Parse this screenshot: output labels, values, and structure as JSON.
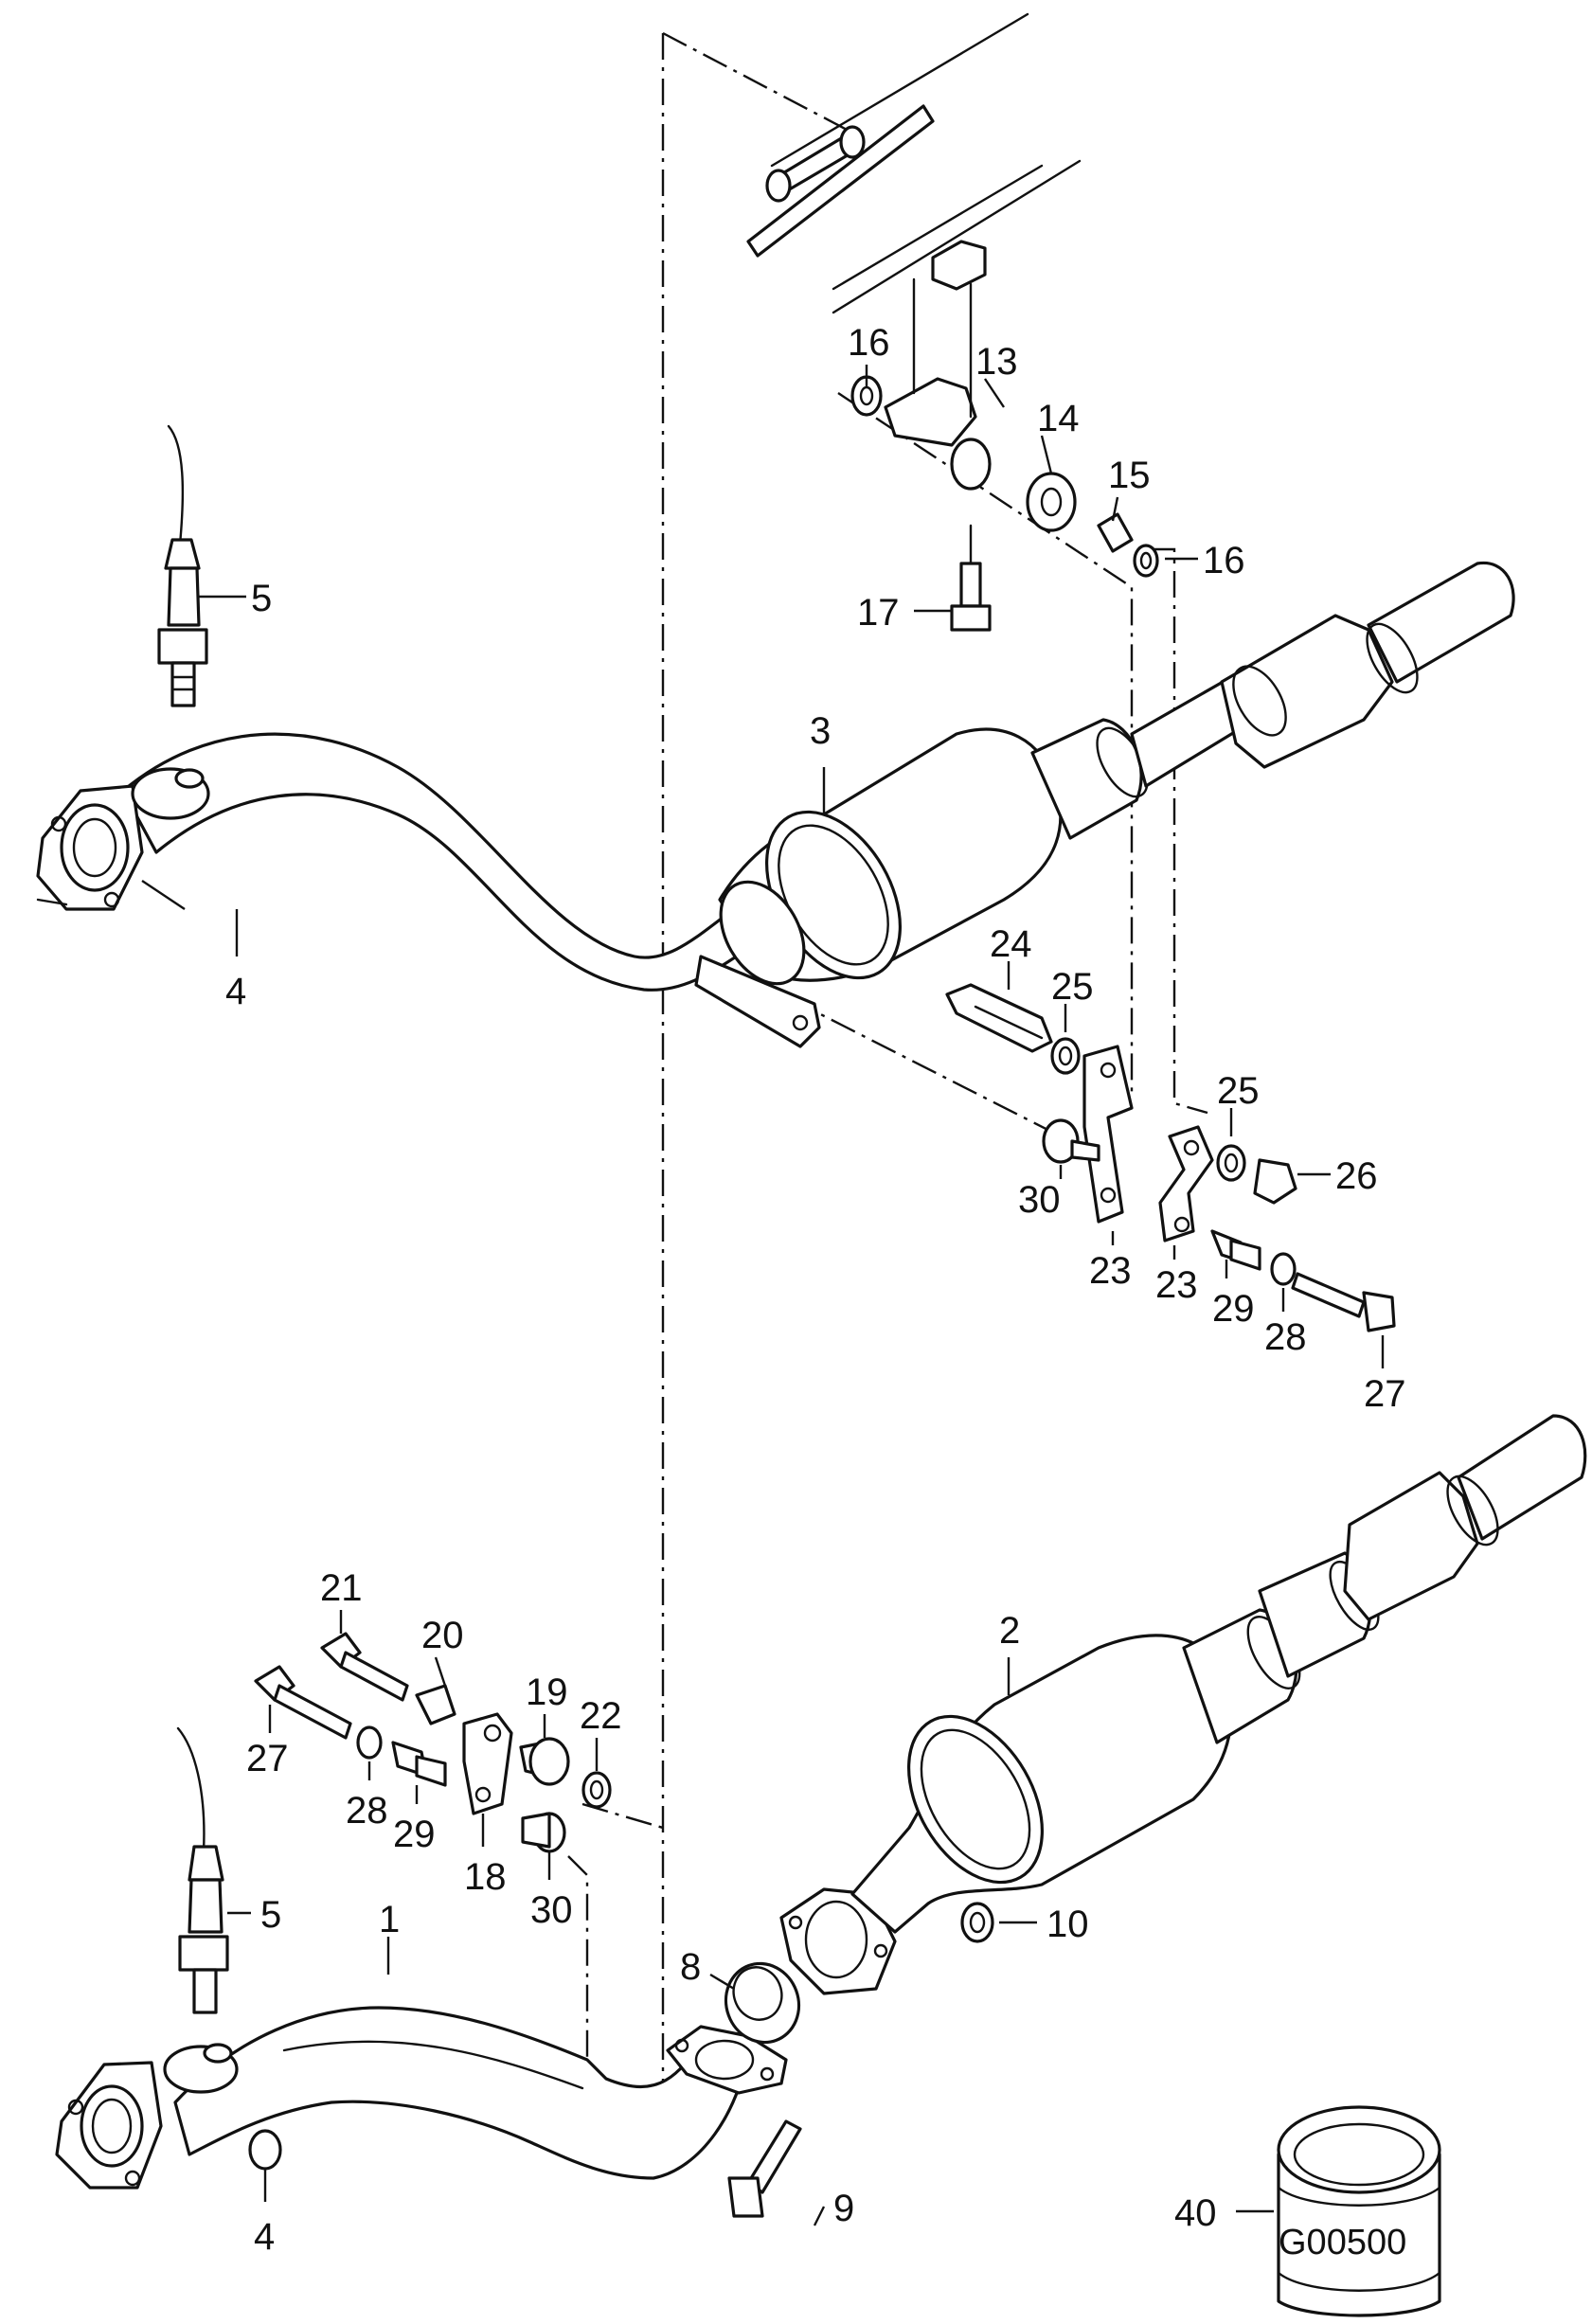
{
  "callouts": {
    "c1": "1",
    "c2": "2",
    "c3": "3",
    "c4a": "4",
    "c4b": "4",
    "c5a": "5",
    "c5b": "5",
    "c8": "8",
    "c9": "9",
    "c10": "10",
    "c13": "13",
    "c14": "14",
    "c15": "15",
    "c16a": "16",
    "c16b": "16",
    "c17": "17",
    "c18": "18",
    "c19": "19",
    "c20": "20",
    "c21": "21",
    "c22": "22",
    "c23a": "23",
    "c23b": "23",
    "c24": "24",
    "c25a": "25",
    "c25b": "25",
    "c26": "26",
    "c27a": "27",
    "c27b": "27",
    "c28a": "28",
    "c28b": "28",
    "c29a": "29",
    "c29b": "29",
    "c30a": "30",
    "c30b": "30",
    "c40": "40"
  },
  "sleeve_code": "G00500"
}
